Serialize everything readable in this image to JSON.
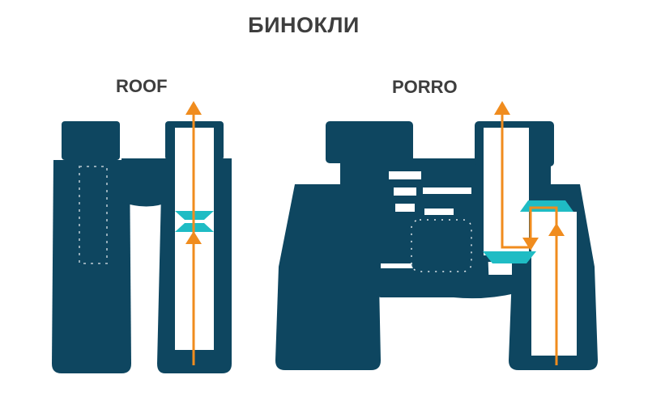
{
  "title": "БИНОКЛИ",
  "roof": {
    "label": "ROOF"
  },
  "porro": {
    "label": "PORRO"
  },
  "colors": {
    "body": "#0e4660",
    "light_path": "#f08c1e",
    "prism": "#1fbcc4",
    "text": "#3e3e3e",
    "background": "#ffffff"
  }
}
